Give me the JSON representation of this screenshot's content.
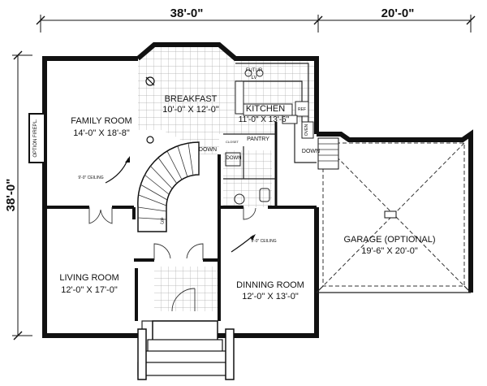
{
  "dimensions": {
    "top_house": "38'-0\"",
    "top_garage": "20'-0\"",
    "left": "38'-0\""
  },
  "rooms": {
    "family": {
      "name": "FAMILY ROOM",
      "size": "14'-0\" X 18'-8\""
    },
    "breakfast": {
      "name": "BREAKFAST",
      "size": "10'-0\" X 12'-0\""
    },
    "kitchen": {
      "name": "KITCHEN",
      "size": "11'-0\" X 13'-6\""
    },
    "living": {
      "name": "LIVING ROOM",
      "size": "12'-0\" X 17'-0\""
    },
    "dining": {
      "name": "DINNING ROOM",
      "size": "12'-0\" X 13'-0\""
    },
    "garage": {
      "name": "GARAGE (OPTIONAL)",
      "size": "19'-6\" X 20'-0\""
    }
  },
  "notes": {
    "pantry": "PANTRY",
    "down1": "DOWN",
    "down2": "DOWN",
    "down3": "DOWN",
    "up": "UP",
    "ceiling1": "9'-0\" CEILING",
    "ceiling2": "9'-0\" CEILING",
    "fireplace": "OPTION FIREPL.",
    "futur": "FUTUR",
    "lv": "LV",
    "ref": "REF",
    "oven": "OVEN",
    "closet": "CLOSET"
  }
}
